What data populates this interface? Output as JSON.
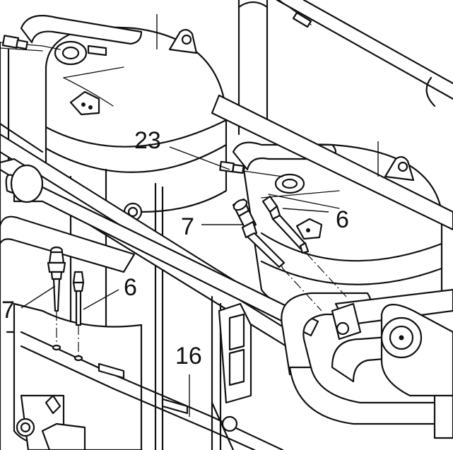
{
  "callouts": [
    {
      "id": "c23",
      "label": "23"
    },
    {
      "id": "c7a",
      "label": "7"
    },
    {
      "id": "c6a",
      "label": "6"
    },
    {
      "id": "c7b",
      "label": "7"
    },
    {
      "id": "c6b",
      "label": "6"
    },
    {
      "id": "c16",
      "label": "16"
    }
  ]
}
